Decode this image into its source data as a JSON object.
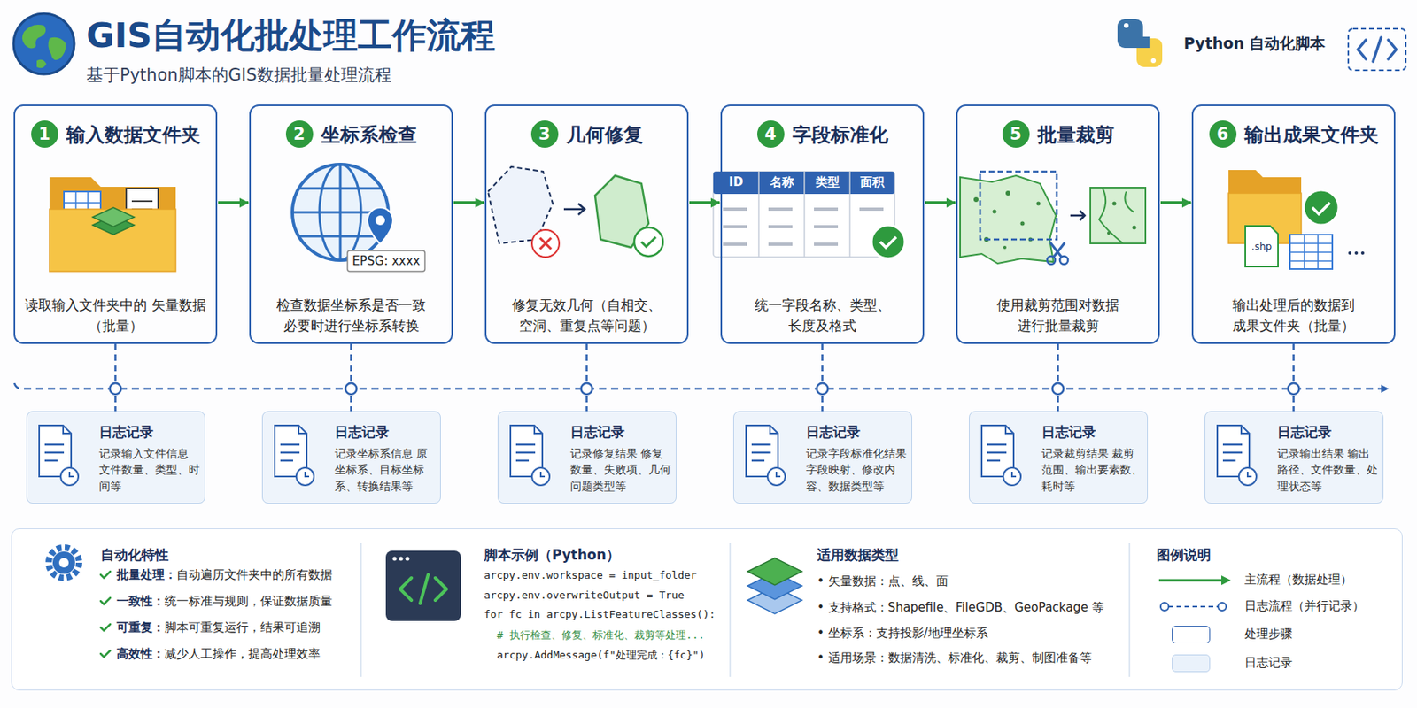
{
  "diagram": {
    "title": "GIS自动化批处理工作流程",
    "caption": "基于Python脚本的GIS数据批量处理流程",
    "nodes": [
      {
        "text": [
          "输入数据文件夹",
          "读取输入文件夹中的 矢量数据（批量）"
        ]
      },
      {
        "text": [
          "1"
        ],
        "in": 0
      },
      {
        "text": [
          "坐标系检查",
          "检查数据坐标系是否一致 必要时进行坐标系转换"
        ]
      },
      {
        "text": [
          "2"
        ],
        "in": 2
      },
      {
        "text": [
          "几何修复",
          "修复无效几何（自相交、 空洞、重复点等问题）"
        ]
      },
      {
        "text": [
          "3"
        ],
        "in": 4
      },
      {
        "text": [
          "字段标准化",
          "统一字段名称、类型、 长度及格式"
        ]
      },
      {
        "text": [
          "4"
        ],
        "in": 6
      },
      {
        "text": [
          "批量裁剪",
          "使用裁剪范围对数据 进行批量裁剪"
        ]
      },
      {
        "text": [
          "5"
        ],
        "in": 8
      },
      {
        "text": [
          "输出成果文件夹",
          "输出处理后的数据到 成果文件夹（批量）"
        ]
      },
      {
        "text": [
          "6"
        ],
        "in": 10
      },
      {
        "text": [
          "日志记录",
          "记录输入文件信息 文件数量、类型、时间等"
        ]
      },
      {
        "text": [
          "日志记录",
          "记录坐标系信息 原坐标系、目标坐标系、转换结果等"
        ]
      },
      {
        "text": [
          "日志记录",
          "记录修复结果 修复数量、失败项、几何问题类型等"
        ]
      },
      {
        "text": [
          "日志记录",
          "记录字段标准化结果 字段映射、修改内容、数据类型等"
        ]
      },
      {
        "text": [
          "日志记录",
          "记录裁剪结果 裁剪范围、输出要素数、耗时等"
        ]
      },
      {
        "text": [
          "日志记录",
          "记录输出结果 输出路径、文件数量、处理状态等"
        ]
      },
      {
        "text": [
          "自动化特性",
          "批量处理：自动遍历文件夹中的所有数据",
          "一致性：统一标准与规则，保证数据质量",
          "可重复：脚本可重复运行，结果可追溯",
          "高效性：减少人工操作，提高处理效率",
          "脚本示例（Python）",
          "arcpy.env.workspace = input_folder",
          "arcpy.env.overwriteOutput = True",
          "for fc in arcpy.ListFeatureClasses():",
          "# 执行检查、修复、标准化、裁剪等处理...",
          "arcpy.AddMessage(f\"处理完成：{fc}\")",
          "适用数据类型",
          "• 矢量数据：点、线、面",
          "• 支持格式：Shapefile、FileGDB、GeoPackage 等",
          "• 坐标系：支持投影/地理坐标系",
          "• 适用场景：数据清洗、标准化、裁剪、制图准备等",
          "图例说明"
        ]
      }
    ],
    "edges": [
      {
        "from": 0,
        "to": 2,
        "arrow": "to"
      },
      {
        "from": 2,
        "to": 4,
        "arrow": "to"
      },
      {
        "from": 4,
        "to": 6,
        "arrow": "to"
      },
      {
        "from": 6,
        "to": 8,
        "arrow": "to"
      },
      {
        "from": 8,
        "to": 10,
        "arrow": "to"
      },
      {
        "from": 0,
        "to": 12,
        "arrow": "none"
      },
      {
        "from": 2,
        "to": 13,
        "arrow": "none"
      },
      {
        "from": 4,
        "to": 14,
        "arrow": "none"
      },
      {
        "from": 6,
        "to": 15,
        "arrow": "none"
      },
      {
        "from": 8,
        "to": 16,
        "arrow": "none"
      },
      {
        "from": 10,
        "to": 17,
        "arrow": "none"
      }
    ],
    "labels": [
      "Python 自动化脚本",
      "EPSG: xxxx",
      "ID",
      "名称",
      "类型",
      "面积",
      ".shp"
    ],
    "legend": [
      {
        "text": "主流程（数据处理）"
      },
      {
        "text": "日志流程（并行记录）"
      },
      {
        "text": "处理步骤",
        "color": "#ffffff"
      },
      {
        "text": "日志记录",
        "color": "#eaf2fb"
      }
    ]
  }
}
